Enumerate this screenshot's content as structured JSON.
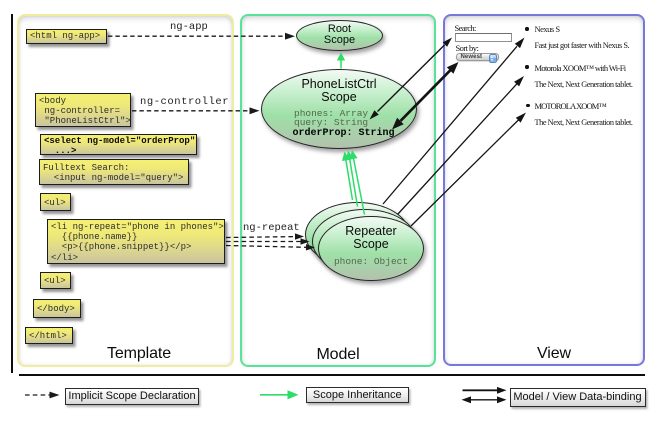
{
  "panels": {
    "template": {
      "label": "Template"
    },
    "model": {
      "label": "Model"
    },
    "view": {
      "label": "View"
    }
  },
  "template_panel": {
    "boxes": {
      "html_open": {
        "lines": [
          "<html ng-app>"
        ]
      },
      "body_open": {
        "lines": [
          "<body",
          " ng-controller=",
          " \"PhoneListCtrl\">"
        ]
      },
      "select": {
        "lines": [
          "<select ng-model=\"orderProp\"",
          "  ...>"
        ]
      },
      "fulltext": {
        "lines": [
          "Fulltext Search:",
          "  <input ng-model=\"query\">"
        ]
      },
      "ul_open": {
        "lines": [
          "<ul>"
        ]
      },
      "li_repeat": {
        "lines": [
          "<li ng-repeat=\"phone in phones\">",
          "  {{phone.name}}",
          "  <p>{{phone.snippet}}</p>",
          "</li>"
        ]
      },
      "ul_close": {
        "lines": [
          "<ul>"
        ]
      },
      "body_close": {
        "lines": [
          "</body>"
        ]
      },
      "html_close": {
        "lines": [
          "</html>"
        ]
      }
    },
    "connector_labels": {
      "ng_app": "ng-app",
      "ng_controller": "ng-controller",
      "ng_repeat": "ng-repeat"
    }
  },
  "model_panel": {
    "root_scope": {
      "title1": "Root",
      "title2": "Scope"
    },
    "ctrl_scope": {
      "title1": "PhoneListCtrl",
      "title2": "Scope",
      "prop1": "phones: Array",
      "prop2": "query: String",
      "prop_bold": "orderProp: String"
    },
    "repeater_scope": {
      "title1": "Repeater",
      "title2": "Scope",
      "prop": "phone: Object"
    }
  },
  "view_panel": {
    "search_label": "Search:",
    "sort_label": "Sort by:",
    "sort_value": "Newest",
    "items": [
      {
        "name": "Nexus S",
        "snippet": "Fast just got faster with Nexus S."
      },
      {
        "name": "Motorola XOOM™ with Wi-Fi",
        "snippet": "The Next, Next Generation tablet."
      },
      {
        "name": "MOTOROLA XOOM™",
        "snippet": "The Next, Next Generation tablet."
      }
    ]
  },
  "legend": {
    "implicit": "Implicit Scope Declaration",
    "inheritance": "Scope Inheritance",
    "binding": "Model / View Data-binding"
  },
  "colors": {
    "template_border": "#f0eda0",
    "model_border": "#57e49a",
    "view_border": "#7779da",
    "inheritance_green": "#2ade67",
    "codebox_yellow": "#efe979",
    "scope_green": "#9fe0a8"
  }
}
